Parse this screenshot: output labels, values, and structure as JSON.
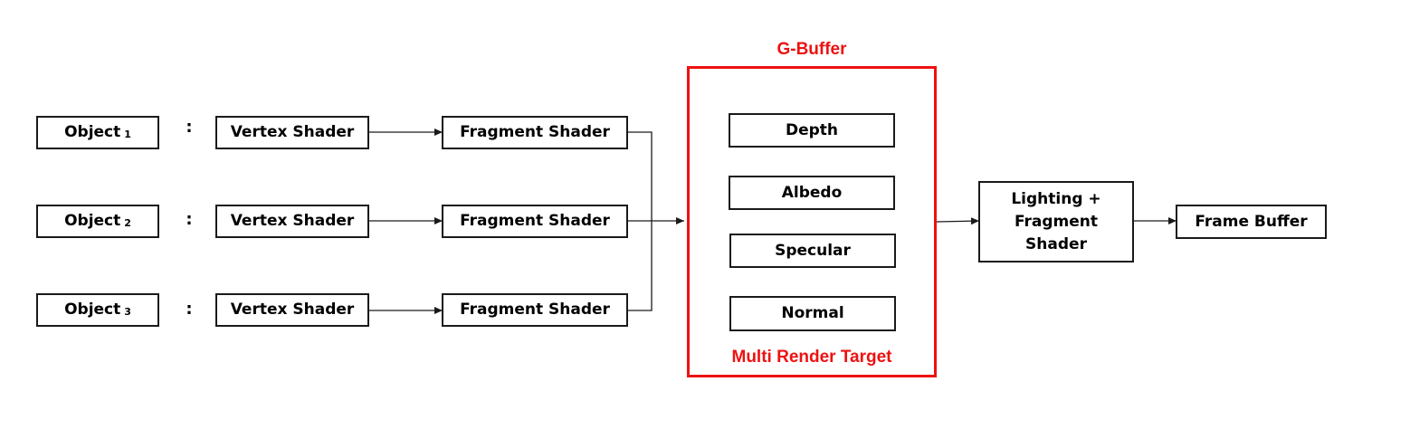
{
  "objects": [
    {
      "label": "Object",
      "index": "1"
    },
    {
      "label": "Object",
      "index": "2"
    },
    {
      "label": "Object",
      "index": "3"
    }
  ],
  "separator": ":",
  "vertex_shader_label": "Vertex Shader",
  "fragment_shader_label": "Fragment Shader",
  "gbuffer": {
    "title": "G-Buffer",
    "footer": "Multi Render Target",
    "targets": [
      "Depth",
      "Albedo",
      "Specular",
      "Normal"
    ],
    "border_color": "#ee1111"
  },
  "lighting": {
    "line1": "Lighting +",
    "line2": "Fragment",
    "line3": "Shader"
  },
  "frame_buffer": "Frame Buffer"
}
